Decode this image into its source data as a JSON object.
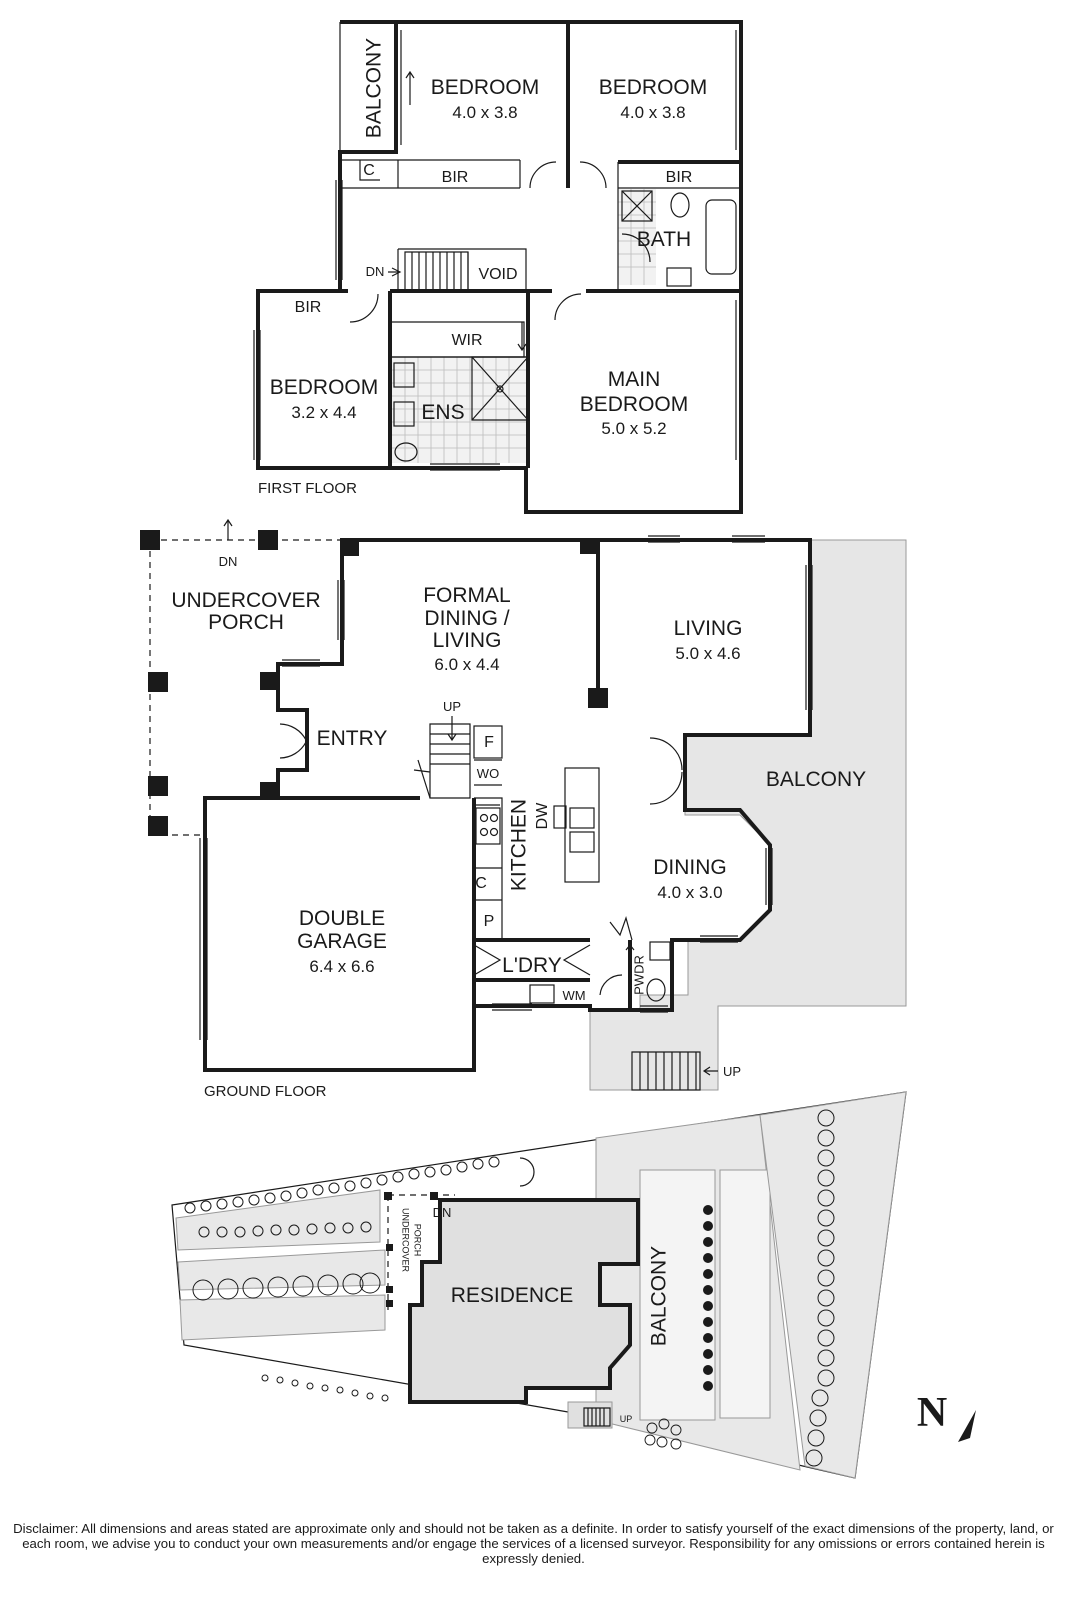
{
  "first_floor": {
    "label": "FIRST FLOOR",
    "rooms": {
      "balcony": "BALCONY",
      "bedroom_1": {
        "name": "BEDROOM",
        "dims": "4.0 x 3.8"
      },
      "bedroom_2": {
        "name": "BEDROOM",
        "dims": "4.0 x 3.8"
      },
      "bedroom_3": {
        "name": "BEDROOM",
        "dims": "3.2 x 4.4"
      },
      "main_bedroom": {
        "name_line1": "MAIN",
        "name_line2": "BEDROOM",
        "dims": "5.0 x 5.2"
      },
      "bath": "BATH",
      "ens": "ENS",
      "wir": "WIR",
      "void": "VOID",
      "bir": "BIR",
      "linen": "C",
      "stair_dn": "DN"
    }
  },
  "ground_floor": {
    "label": "GROUND FLOOR",
    "rooms": {
      "porch_line1": "UNDERCOVER",
      "porch_line2": "PORCH",
      "porch_dn": "DN",
      "formal_line1": "FORMAL",
      "formal_line2": "DINING /",
      "formal_line3": "LIVING",
      "formal_dims": "6.0 x 4.4",
      "living": {
        "name": "LIVING",
        "dims": "5.0 x 4.6"
      },
      "entry": "ENTRY",
      "balcony": "BALCONY",
      "kitchen": "KITCHEN",
      "dw": "DW",
      "dining": {
        "name": "DINING",
        "dims": "4.0 x 3.0"
      },
      "garage_line1": "DOUBLE",
      "garage_line2": "GARAGE",
      "garage_dims": "6.4 x 6.6",
      "laundry": "L'DRY",
      "wm": "WM",
      "pwdr": "PWDR",
      "stair_up": "UP",
      "fridge": "F",
      "wall_oven": "WO",
      "cupboard": "C",
      "pantry": "P",
      "balcony_stair_up": "UP"
    }
  },
  "site_plan": {
    "residence": "RESIDENCE",
    "balcony": "BALCONY",
    "porch_line1": "UNDERCOVER",
    "porch_line2": "PORCH",
    "dn": "DN",
    "up": "UP"
  },
  "north": "N",
  "disclaimer": "Disclaimer: All dimensions and areas stated are approximate only and should not be taken as a definite. In order to satisfy yourself of the exact dimensions of the property, land, or each room, we advise you to conduct your own measurements and/or engage the services of a licensed surveyor. Responsibility for any omissions or errors contained herein is expressly denied."
}
